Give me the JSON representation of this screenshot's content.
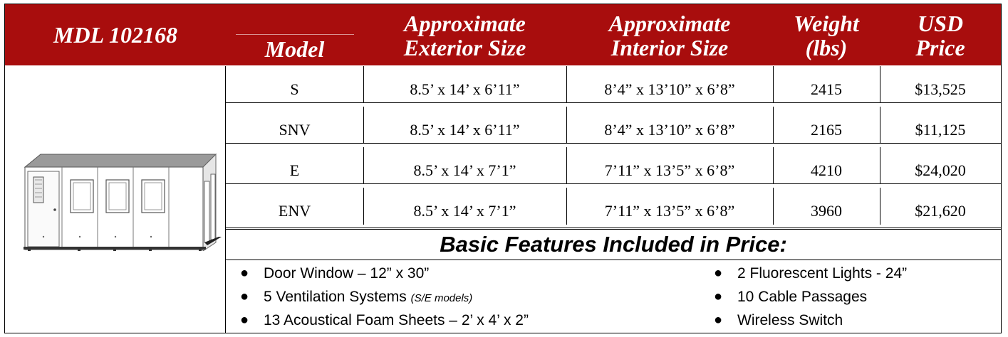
{
  "header": {
    "product_code": "MDL 102168",
    "col_model": "Model",
    "col_exterior_1": "Approximate",
    "col_exterior_2": "Exterior Size",
    "col_interior_1": "Approximate",
    "col_interior_2": "Interior Size",
    "col_weight_1": "Weight",
    "col_weight_2": "(lbs)",
    "col_price_1": "USD",
    "col_price_2": "Price"
  },
  "colors": {
    "header_bg": "#a80d0d",
    "header_text": "#ffffff"
  },
  "models": [
    {
      "model": "S",
      "exterior": "8.5’ x 14’ x 6’11”",
      "interior": "8’4” x 13’10” x 6’8”",
      "weight": "2415",
      "price": "$13,525"
    },
    {
      "model": "SNV",
      "exterior": "8.5’ x 14’ x 6’11”",
      "interior": "8’4” x 13’10” x 6’8”",
      "weight": "2165",
      "price": "$11,125"
    },
    {
      "model": "E",
      "exterior": "8.5’ x 14’ x 7’1”",
      "interior": "7’11” x 13’5” x 6’8”",
      "weight": "4210",
      "price": "$24,020"
    },
    {
      "model": "ENV",
      "exterior": "8.5’ x 14’ x 7’1”",
      "interior": "7’11” x 13’5” x 6’8”",
      "weight": "3960",
      "price": "$21,620"
    }
  ],
  "features": {
    "title": "Basic Features Included in Price:",
    "left": [
      {
        "text": "Door Window – 12” x 30”",
        "note": ""
      },
      {
        "text": "5 Ventilation Systems ",
        "note": "(S/E models)"
      },
      {
        "text": "13 Acoustical Foam Sheets – 2’ x 4’ x 2”",
        "note": ""
      }
    ],
    "right": [
      {
        "text": "2 Fluorescent Lights - 24”",
        "note": ""
      },
      {
        "text": "10 Cable Passages",
        "note": ""
      },
      {
        "text": "Wireless Switch",
        "note": ""
      }
    ]
  }
}
